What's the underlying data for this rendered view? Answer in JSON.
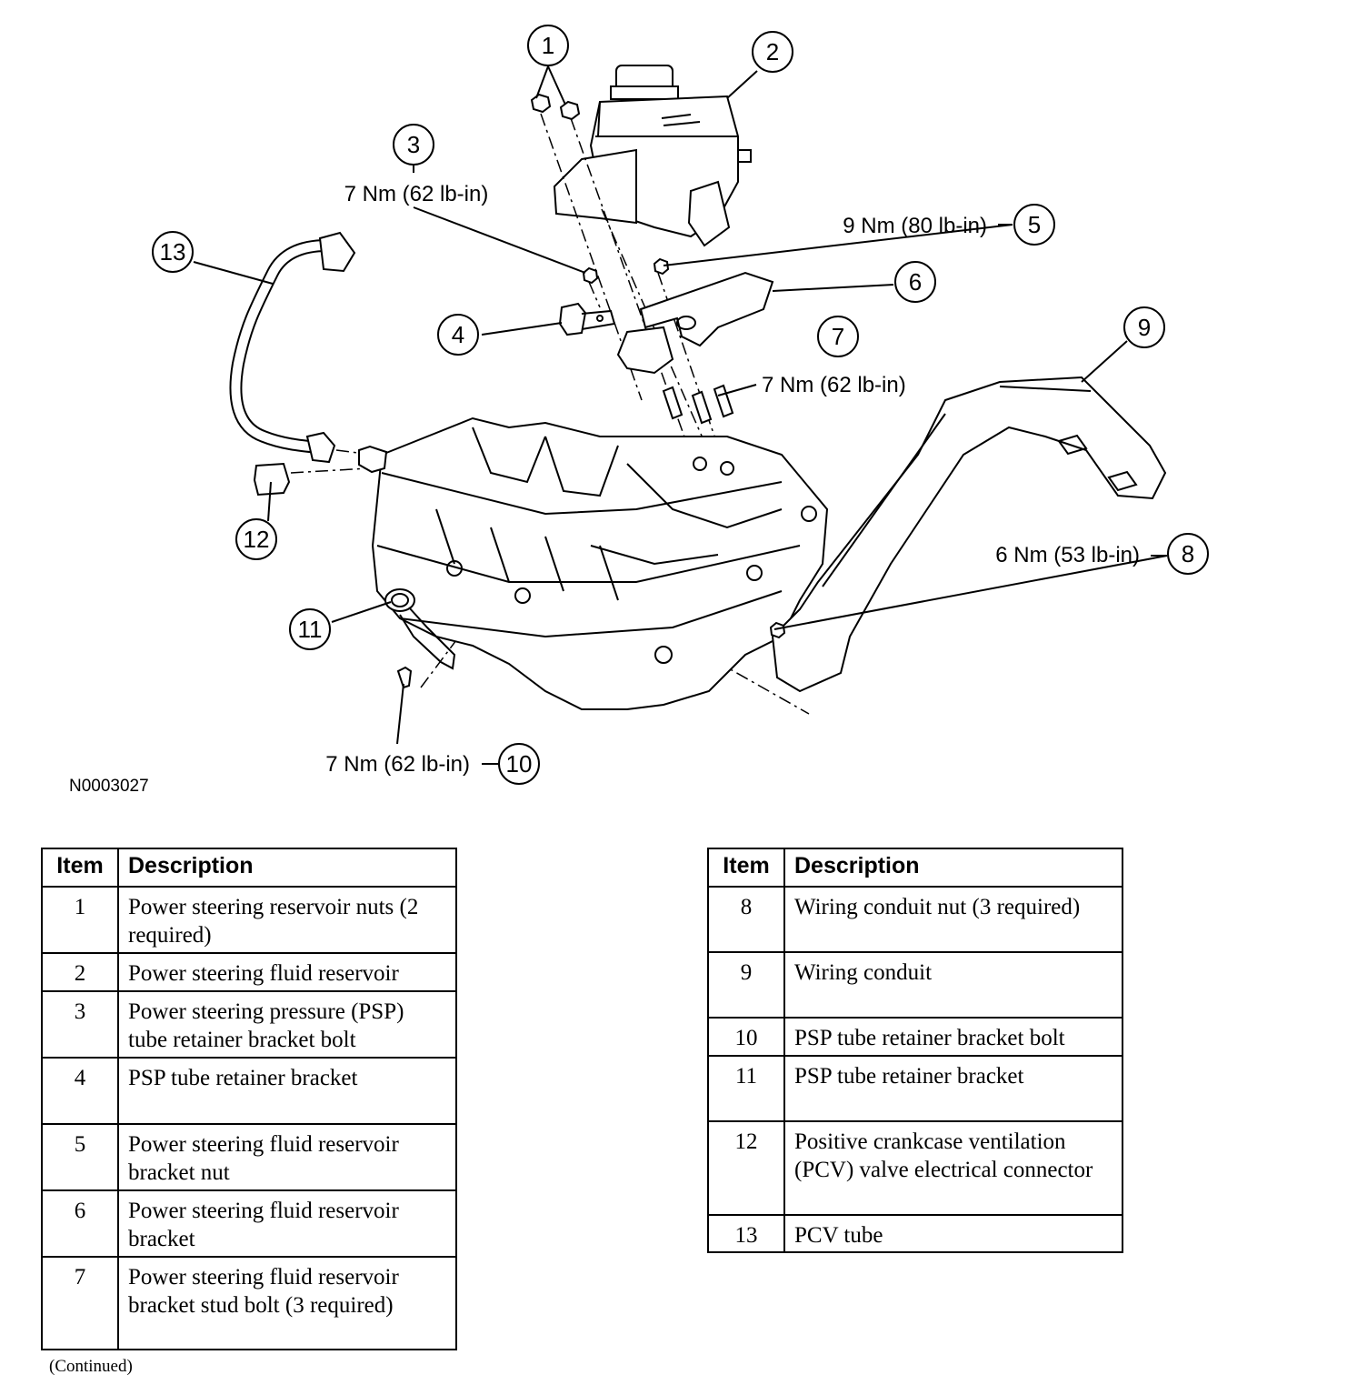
{
  "figure": {
    "id": "N0003027",
    "callouts": {
      "c1": "1",
      "c2": "2",
      "c3": "3",
      "c4": "4",
      "c5": "5",
      "c6": "6",
      "c7": "7",
      "c8": "8",
      "c9": "9",
      "c10": "10",
      "c11": "11",
      "c12": "12",
      "c13": "13"
    },
    "torques": {
      "t3": "7 Nm (62 lb-in)",
      "t5": "9 Nm (80 lb-in)",
      "t7": "7 Nm (62 lb-in)",
      "t8": "6 Nm (53 lb-in)",
      "t10": "7 Nm (62 lb-in)"
    }
  },
  "table": {
    "header_item": "Item",
    "header_description": "Description",
    "left_rows": [
      {
        "item": "1",
        "description": "Power steering reservoir nuts (2 required)"
      },
      {
        "item": "2",
        "description": "Power steering fluid reservoir"
      },
      {
        "item": "3",
        "description": "Power steering pressure (PSP) tube retainer bracket bolt"
      },
      {
        "item": "4",
        "description": "PSP tube retainer bracket"
      },
      {
        "item": "5",
        "description": "Power steering fluid reservoir bracket nut"
      },
      {
        "item": "6",
        "description": "Power steering fluid reservoir bracket"
      },
      {
        "item": "7",
        "description": "Power steering fluid reservoir bracket stud bolt (3 required)"
      }
    ],
    "right_rows": [
      {
        "item": "8",
        "description": "Wiring conduit nut (3 required)"
      },
      {
        "item": "9",
        "description": "Wiring conduit"
      },
      {
        "item": "10",
        "description": "PSP tube retainer bracket bolt"
      },
      {
        "item": "11",
        "description": "PSP tube retainer bracket"
      },
      {
        "item": "12",
        "description": "Positive crankcase ventilation (PCV) valve electrical connector"
      },
      {
        "item": "13",
        "description": "PCV tube"
      }
    ]
  },
  "footer": {
    "continued": "(Continued)"
  }
}
